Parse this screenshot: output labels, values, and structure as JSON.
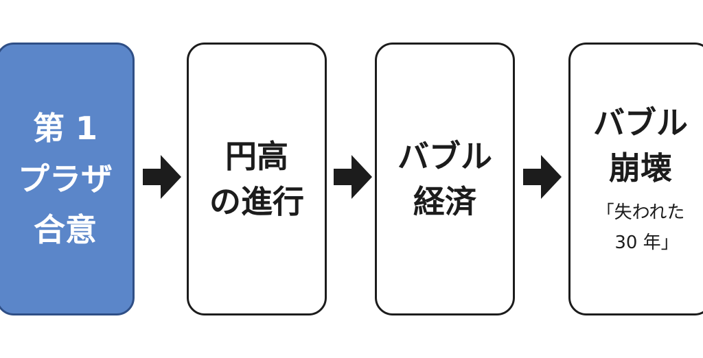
{
  "steps": [
    {
      "lines": [
        "第 1",
        "プラザ",
        "合意"
      ],
      "highlighted": true
    },
    {
      "lines": [
        "円高",
        "の進行"
      ]
    },
    {
      "lines": [
        "バブル",
        "経済"
      ]
    },
    {
      "lines": [
        "バブル",
        "崩壊"
      ],
      "sub_lines": [
        "「失われた",
        "30 年」"
      ]
    }
  ],
  "colors": {
    "highlight_fill": "#5b86c9",
    "highlight_border": "#2f4f86",
    "box_border": "#1c1c1c",
    "arrow": "#1c1c1c"
  },
  "icons": [
    "arrow-right-icon"
  ]
}
